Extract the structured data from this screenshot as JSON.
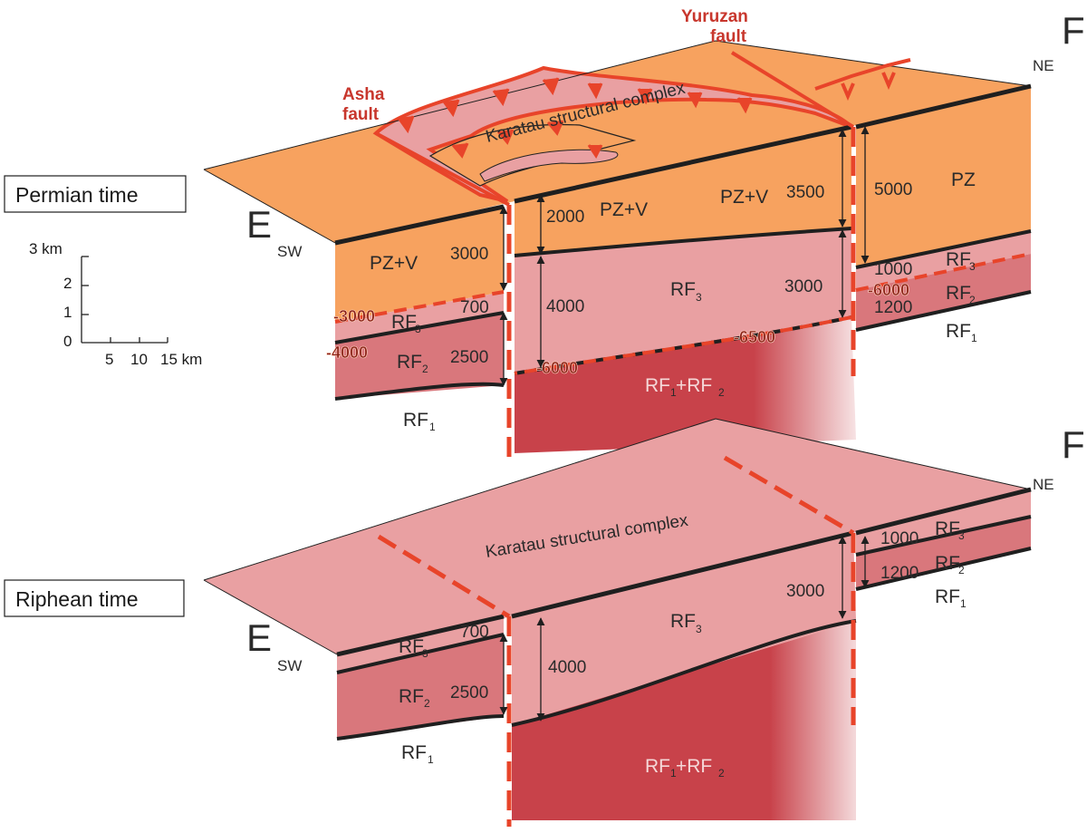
{
  "periods": {
    "top": "Permian time",
    "bottom": "Riphean time"
  },
  "directions": {
    "e_letter": "E",
    "sw": "SW",
    "f_letter": "F",
    "ne": "NE"
  },
  "faults": {
    "asha_line1": "Asha",
    "asha_line2": "fault",
    "yuruzan_line1": "Yuruzan",
    "yuruzan_line2": "fault"
  },
  "complex_label": "Karatau structural complex",
  "scale_bar": {
    "vertical_unit": "3 km",
    "v_ticks": [
      "0",
      "1",
      "2"
    ],
    "h_ticks": [
      "5",
      "10",
      "15 km"
    ]
  },
  "top_block": {
    "units": {
      "left_pzv": "PZ+V",
      "center_pzv1": "PZ+V",
      "center_pzv2": "PZ+V",
      "right_pz": "PZ",
      "center_rf3": "RF",
      "rf_sub3": "3",
      "left_rf3": "RF",
      "left_rf2": "RF",
      "rf_sub2": "2",
      "left_rf1": "RF",
      "rf_sub1": "1",
      "right_rf3": "RF",
      "right_rf2": "RF",
      "right_rf1": "RF",
      "center_rf12_a": "RF",
      "center_rf12_plus": "+RF"
    },
    "thickness": {
      "left_pzv": "3000",
      "left_rf3": "700",
      "left_rf2": "2500",
      "center_pzv": "2000",
      "center_pzv_right": "3500",
      "center_rf3_left": "4000",
      "center_rf3_right": "3000",
      "right_pz": "5000",
      "right_rf3": "1000",
      "right_rf1": "1200"
    },
    "contours": {
      "left_a": "-3000",
      "left_b": "-4000",
      "center_a": "-6000",
      "center_b": "-6500",
      "right_a": "-6000"
    }
  },
  "bottom_block": {
    "units": {
      "center_rf3": "RF",
      "left_rf3": "RF",
      "left_rf2": "RF",
      "left_rf1": "RF",
      "right_rf3": "RF",
      "right_rf2": "RF",
      "right_rf1": "RF",
      "center_rf12_a": "RF",
      "center_rf12_plus": "+RF"
    },
    "thickness": {
      "left_rf3": "700",
      "left_rf2": "2500",
      "center_rf3_left": "4000",
      "center_rf3_right": "3000",
      "right_rf3": "1000",
      "right_rf2": "1200"
    }
  },
  "colors": {
    "orange": "#f7a25f",
    "pink_light": "#e9a0a2",
    "pink_mid": "#d9777c",
    "red_deep": "#c8424a",
    "fault_red": "#e8442a",
    "black": "#1f1f1f"
  }
}
